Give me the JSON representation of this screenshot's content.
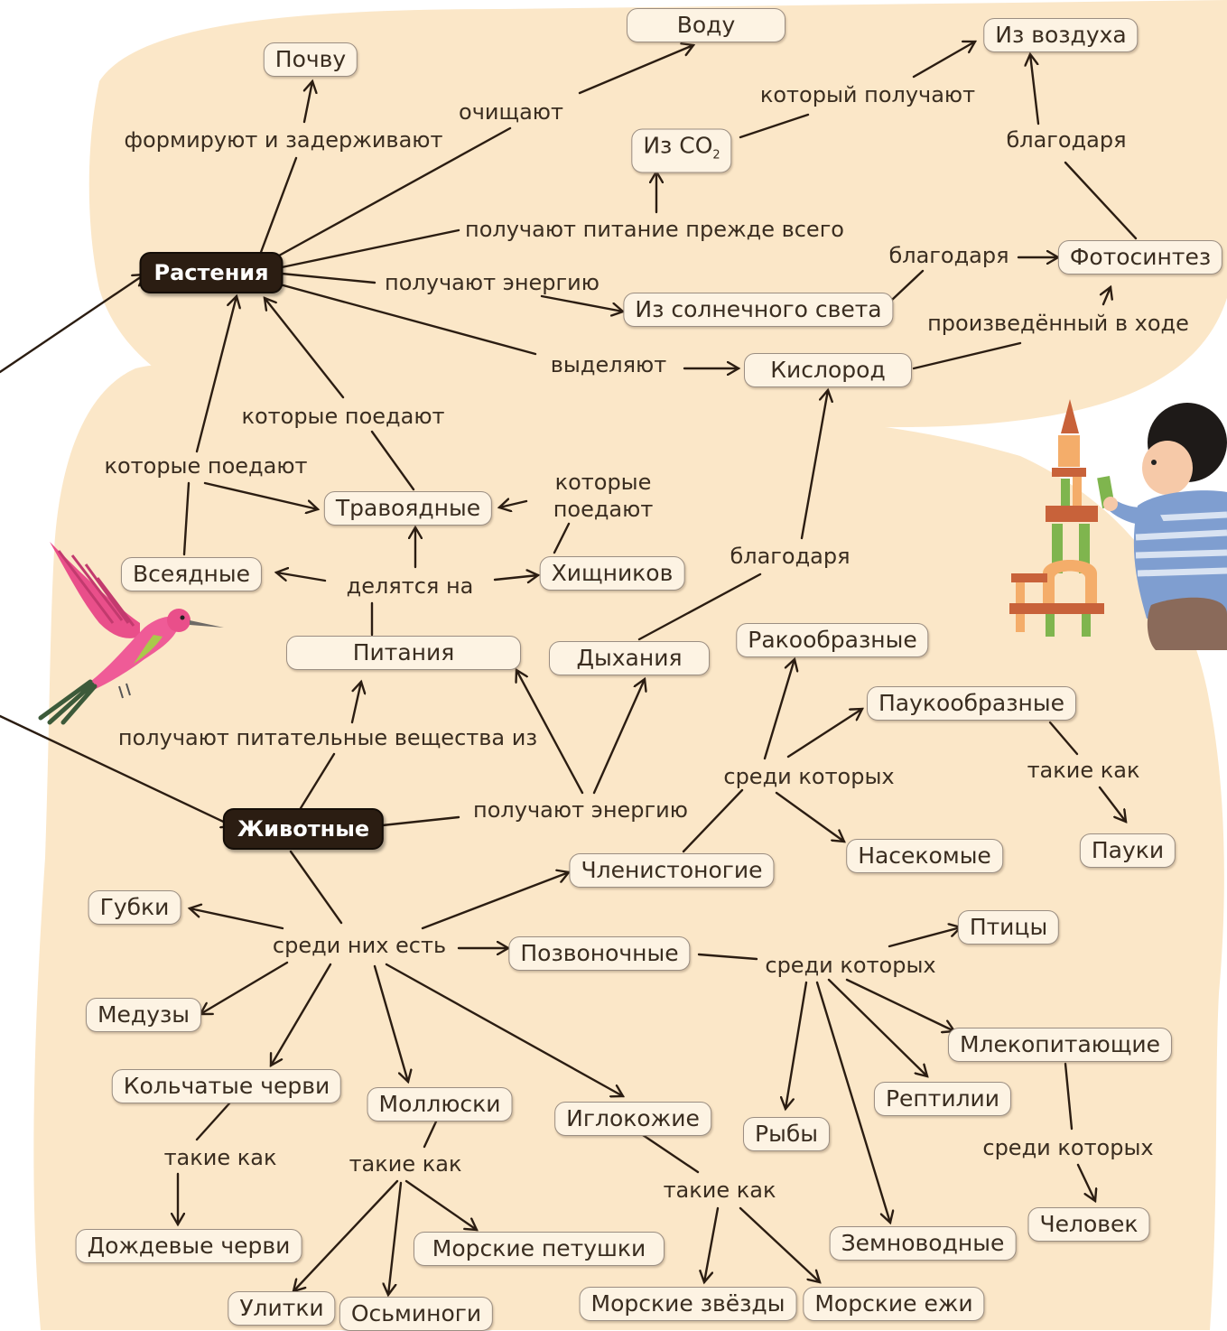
{
  "nodes": {
    "plants": "Растения",
    "animals": "Животные",
    "soil": "Почву",
    "water": "Воду",
    "from_air": "Из воздуха",
    "from_co2_text": "Из CO",
    "from_co2_sub": "2",
    "photosynthesis": "Фотосинтез",
    "from_sunlight": "Из солнечного света",
    "oxygen": "Кислород",
    "herbivores": "Травоядные",
    "omnivores": "Всеядные",
    "predators": "Хищников",
    "nutrition": "Питания",
    "respiration": "Дыхания",
    "crustaceans": "Ракообразные",
    "arachnids": "Паукообразные",
    "insects": "Насекомые",
    "spiders": "Пауки",
    "arthropods": "Членистоногие",
    "sponges": "Губки",
    "vertebrates": "Позвоночные",
    "birds": "Птицы",
    "jellyfish": "Медузы",
    "mammals": "Млекопитающие",
    "annelids": "Кольчатые черви",
    "mollusks": "Моллюски",
    "echinoderms": "Иглокожие",
    "reptiles": "Рептилии",
    "fish": "Рыбы",
    "earthworms": "Дождевые черви",
    "sea_cockerels": "Морские петушки",
    "amphibians": "Земноводные",
    "human": "Человек",
    "snails": "Улитки",
    "octopuses": "Осьминоги",
    "starfish": "Морские звёзды",
    "sea_urchins": "Морские ежи"
  },
  "labels": {
    "form_hold": "формируют и задерживают",
    "purify": "очищают",
    "which_get": "который получают",
    "thanks_air": "благодаря",
    "get_food": "получают питание прежде всего",
    "thanks_photo": "благодаря",
    "get_energy_plants": "получают энергию",
    "produced": "произведённый в ходе",
    "emit": "выделяют",
    "eaten_1": "которые поедают",
    "eaten_2": "которые поедают",
    "eaten_3": "которые поедают",
    "divided": "делятся на",
    "thanks_resp": "благодаря",
    "get_nutrients": "получают питательные вещества из",
    "get_energy_animals": "получают энергию",
    "among_arthro": "среди которых",
    "such_as_spiders": "такие как",
    "among_them": "среди них есть",
    "among_vert": "среди которых",
    "among_mammals": "среди которых",
    "such_as_worms": "такие как",
    "such_as_mollusks": "такие как",
    "such_as_echino": "такие как"
  },
  "colors": {
    "band": "#fbe7c8",
    "node_fill": "#fdf3e3",
    "node_border": "#9b8e82",
    "dark_node": "#2b1d12",
    "line": "#2b1d12",
    "text": "#3a2d20"
  },
  "illustrations": [
    "hummingbird",
    "child-building-block-tower"
  ]
}
